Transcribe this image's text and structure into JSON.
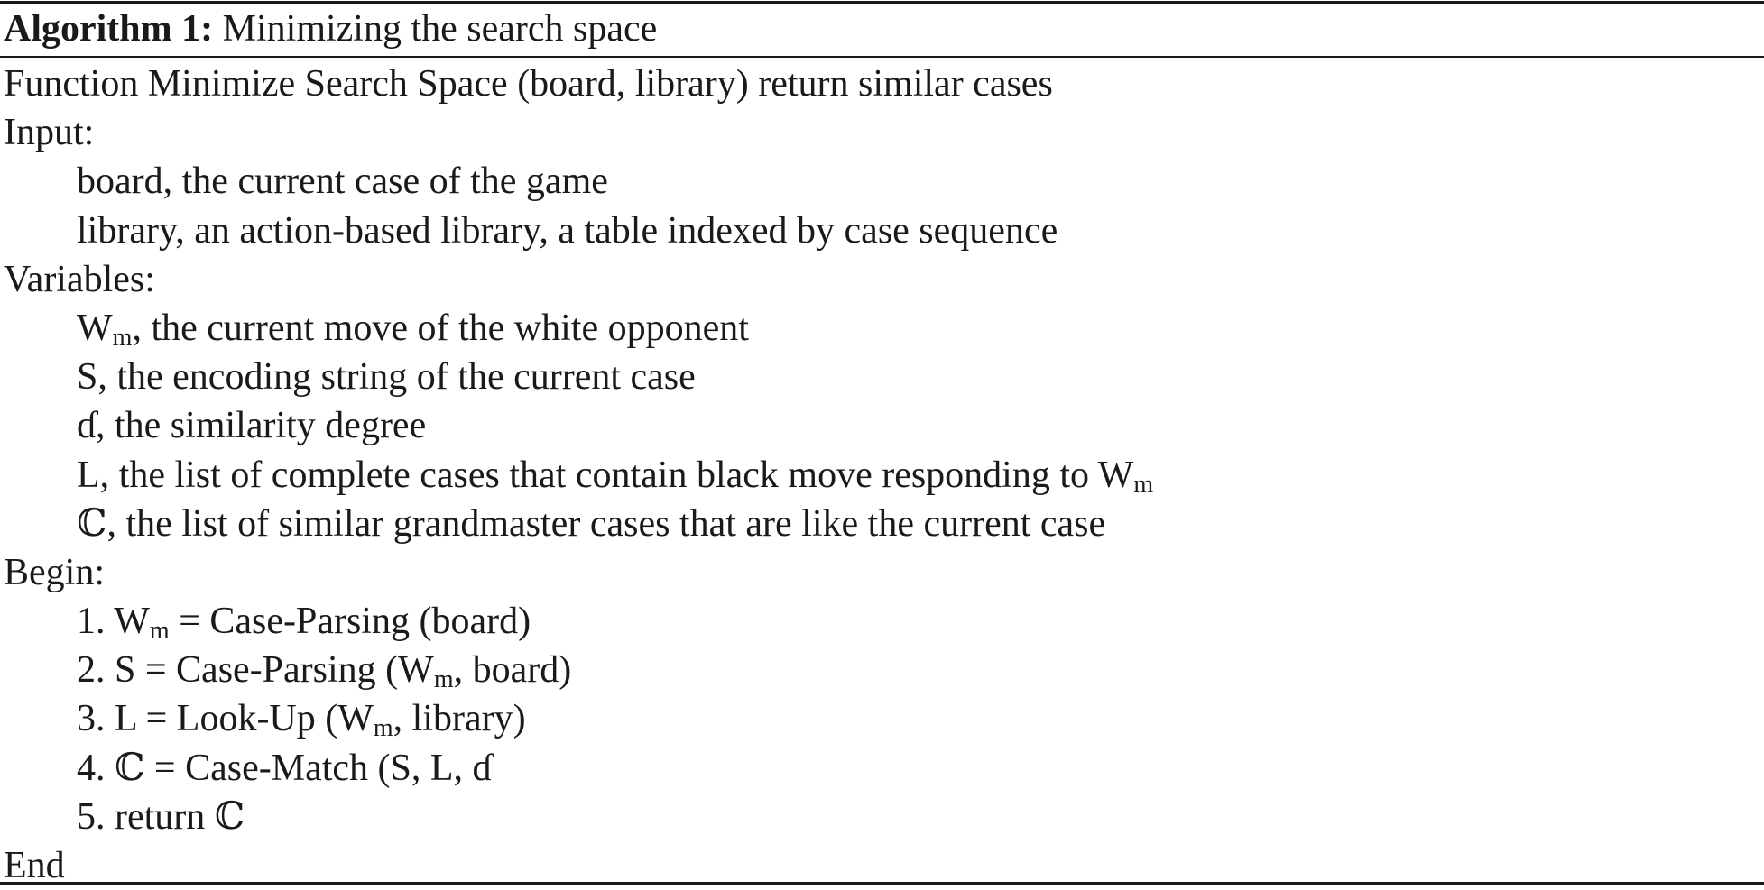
{
  "algorithm": {
    "caption_label": "Algorithm 1:",
    "caption_title": "Minimizing the search space",
    "function_line": "Function Minimize Search Space (board, library) return similar cases",
    "input_header": "Input:",
    "inputs": [
      "board, the current case of the game",
      "library, an action-based library, a table indexed by case sequence"
    ],
    "variables_header": "Variables:",
    "variables": {
      "wm_sym": "W",
      "wm_sub": "m",
      "wm_desc": ", the current move of the white opponent",
      "s_line": "S, the encoding string of the current case",
      "d_sym": "ɗ",
      "d_desc": ", the similarity degree",
      "l_desc": "L, the list of complete cases that contain black move responding to W",
      "l_sub": "m",
      "c_sym": "ℂ",
      "c_desc": ", the list of similar grandmaster cases that are like the current case"
    },
    "begin_header": "Begin:",
    "steps": {
      "s1_num": "1.",
      "s1_lhs": "W",
      "s1_sub": "m",
      "s1_rhs": " = Case-Parsing (board)",
      "s2_num": "2.",
      "s2_pre": "S = Case-Parsing (W",
      "s2_sub": "m",
      "s2_post": ", board)",
      "s3_num": "3.",
      "s3_pre": "L = Look-Up (W",
      "s3_sub": "m",
      "s3_post": ", library)",
      "s4_num": "4.",
      "s4_text": "ℂ = Case-Match (S, L, ɗ",
      "s5_num": "5.",
      "s5_text": "return ℂ"
    },
    "end_label": "End"
  }
}
